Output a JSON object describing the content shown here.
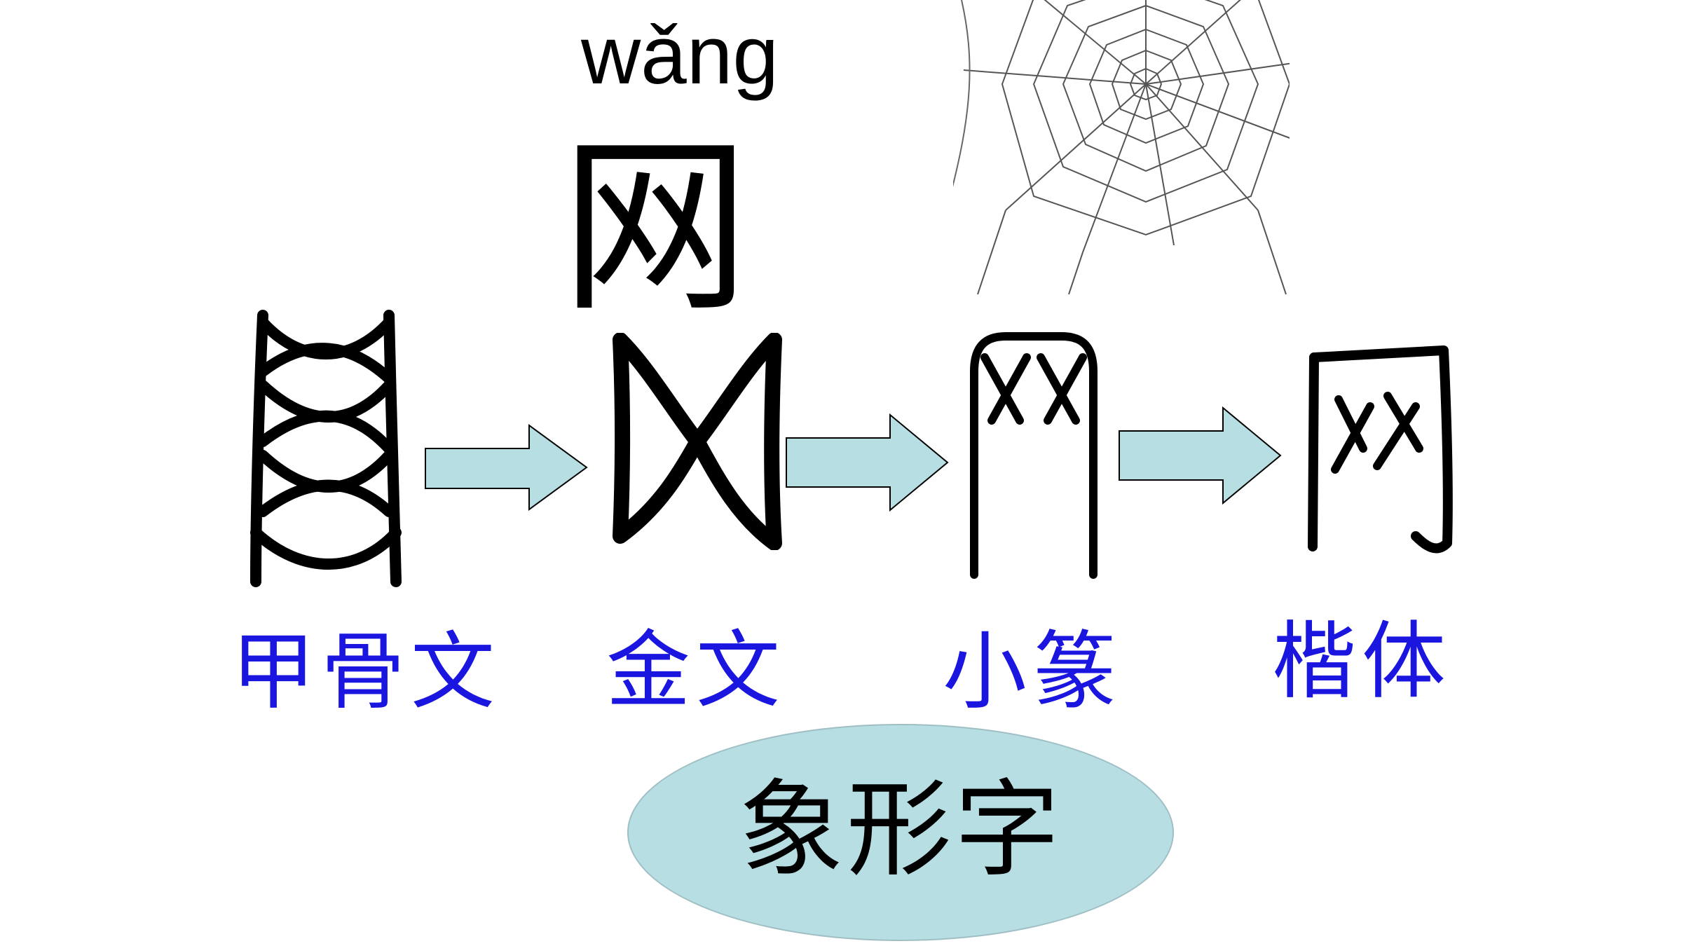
{
  "pinyin": "wǎng",
  "title_char": "网",
  "image": {
    "web_icon": "spider-web-illustration"
  },
  "stages": [
    {
      "label": "甲骨文",
      "glyph_icon": "oracle-bone-glyph"
    },
    {
      "label": "金文",
      "glyph_icon": "bronze-inscription-glyph"
    },
    {
      "label": "小篆",
      "glyph_icon": "small-seal-glyph"
    },
    {
      "label": "楷体",
      "glyph_icon": "regular-script-glyph"
    }
  ],
  "classification": "象形字",
  "colors": {
    "label_blue": "#1a16e0",
    "arrow_fill": "#b7dee2",
    "ellipse_fill": "#b7dee2"
  }
}
